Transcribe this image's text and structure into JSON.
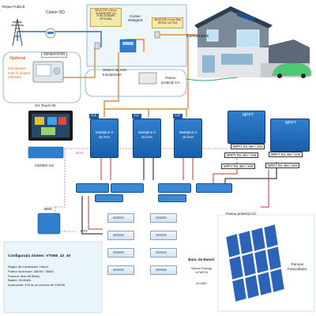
{
  "labels": {
    "grid": "Rețea Publică",
    "meter": "Contor OD",
    "selector_left": [
      "SELECTIE 1 Surse",
      "ALIMENTARE CU",
      "FUNCȚIONARE",
      "OPTIONAL"
    ],
    "smart_meter": "Contor inteligent",
    "selector_right": [
      "SELECȚIE cu sau fără",
      "REȚEA / ACTIVĂ"
    ],
    "consumers": "Consumatori",
    "generator": "GENERATOR",
    "optional": "Opțional",
    "generator_desc": [
      "Funcționare",
      "este în Scopul",
      "Ofertului"
    ],
    "anti_islanding": [
      "Sistem de Anti-",
      "Insularizare"
    ],
    "ac_panel": [
      "Panou",
      "protecții CA"
    ],
    "gx_touch": "GX Touch 50",
    "cerbo": "CERBO GX",
    "bus": "BUS",
    "phases": [
      "L1",
      "L2",
      "L3"
    ],
    "multiplus": [
      "Multiplus II",
      "15 kVA"
    ],
    "mppt_top": "MPPT",
    "mppt": "MPPT RS 450 / 200",
    "bms": "BMS",
    "btv": "BTV",
    "dc_panel": "Panou protecții CC",
    "battery_bank_title": "Banc de Baterii",
    "battery_bank_brand": "Victron Energy",
    "battery_bank_type": "LiFePO4",
    "battery_bank_capacity": "40 kWh",
    "pv_panels": [
      "Panouri",
      "Fotovoltaice"
    ]
  },
  "config": {
    "title": "Configurația Sistem: VTN65_43_40",
    "lines": [
      "Regim de funcționare: Hibrid",
      "Putere invertoare: 45kVA / 36kW",
      "Panouri: Max 55.8kWp",
      "Baterii: 40.0kWh",
      "Autonomie: 42h la un consum de 1000W"
    ]
  },
  "colors": {
    "ac_line": "#e98a2e",
    "grid_line": "#2b6bd0",
    "dc_pos": "#d32f2f",
    "dc_neg": "#111111",
    "bus": "#c95ec9",
    "device_blue": "#2f7fd0",
    "selector_yellow": "#f4e9a8"
  }
}
